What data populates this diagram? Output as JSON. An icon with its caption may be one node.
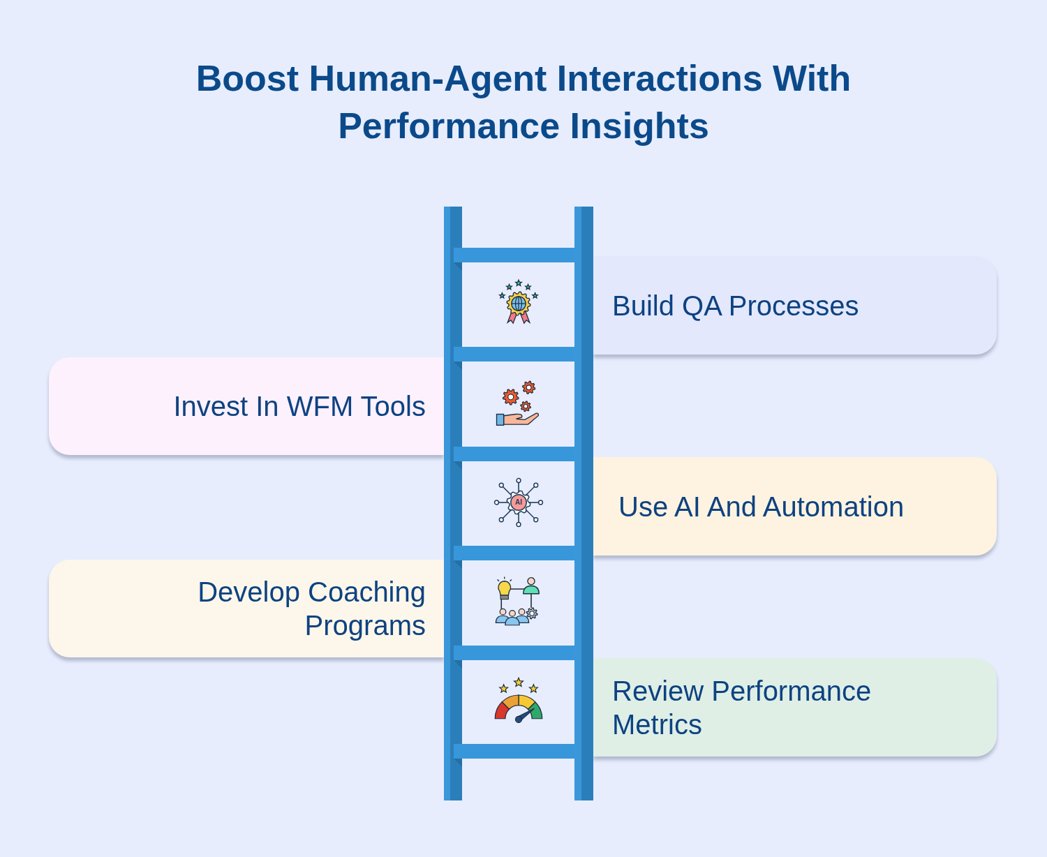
{
  "diagram": {
    "title": "Boost Human-Agent Interactions With Performance Insights",
    "nodes": [
      {
        "text": [
          "Build QA Processes"
        ]
      },
      {
        "text": [
          "Invest In WFM Tools"
        ]
      },
      {
        "text": [
          "Use AI And Automation"
        ]
      },
      {
        "text": [
          "Develop Coaching Programs"
        ]
      },
      {
        "text": [
          "Review Performance Metrics"
        ]
      }
    ],
    "labels": [
      "AI"
    ]
  }
}
